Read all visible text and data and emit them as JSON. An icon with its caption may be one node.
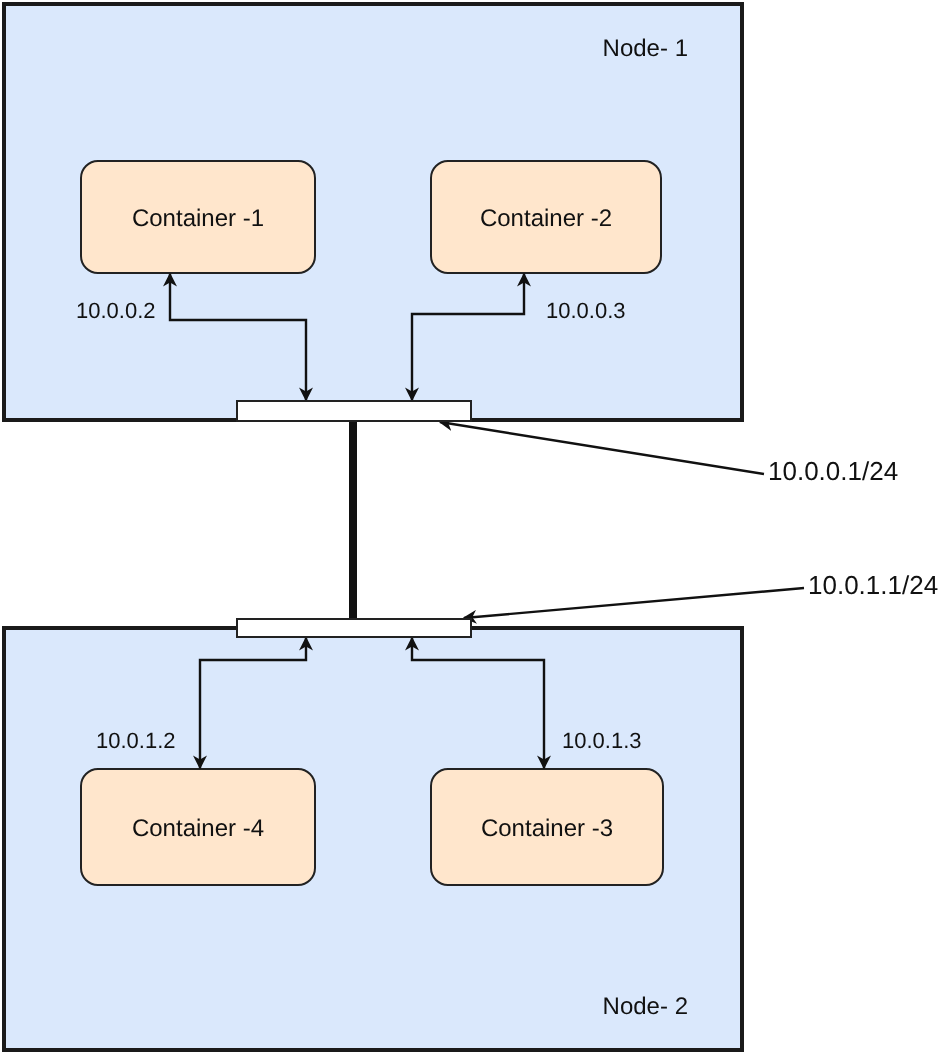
{
  "diagram": {
    "nodes": [
      {
        "text": [
          "Node- 1"
        ]
      },
      {
        "text": [
          "Container -1"
        ],
        "in": 0
      },
      {
        "text": [
          "Container -2"
        ],
        "in": 0
      },
      {
        "text": [],
        "shape": "bar",
        "in": 0
      },
      {
        "text": [
          "10.0.0.1/24"
        ]
      },
      {
        "text": [
          "10.0.1.1/24"
        ]
      },
      {
        "text": [],
        "shape": "bar"
      },
      {
        "text": [
          "Node- 2"
        ]
      },
      {
        "text": [
          "Container -4"
        ],
        "in": 7
      },
      {
        "text": [
          "Container -3"
        ],
        "in": 7
      }
    ],
    "edges": [
      {
        "from": 1,
        "to": 3,
        "arrow": "both"
      },
      {
        "from": 2,
        "to": 3,
        "arrow": "both"
      },
      {
        "from": 3,
        "to": 6,
        "arrow": "none",
        "style": "thick"
      },
      {
        "from": 4,
        "to": 3,
        "arrow": "to"
      },
      {
        "from": 5,
        "to": 6,
        "arrow": "to"
      },
      {
        "from": 6,
        "to": 8,
        "arrow": "both"
      },
      {
        "from": 6,
        "to": 9,
        "arrow": "both"
      }
    ],
    "labels": [
      "10.0.0.2",
      "10.0.0.3",
      "10.0.1.2",
      "10.0.1.3"
    ]
  }
}
